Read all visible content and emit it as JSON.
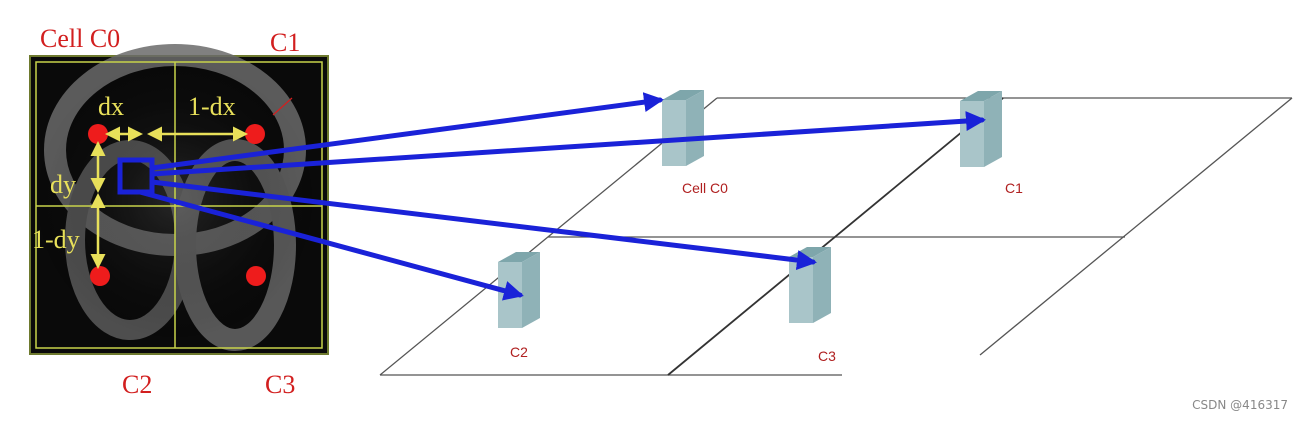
{
  "labels": {
    "cell_c0": "Cell C0",
    "c1": "C1",
    "c2": "C2",
    "c3": "C3",
    "dx": "dx",
    "one_minus_dx": "1-dx",
    "dy": "dy",
    "one_minus_dy": "1-dy"
  },
  "grid_labels": {
    "cell_c0": "Cell  C0",
    "c1": "C1",
    "c2": "C2",
    "c3": "C3"
  },
  "watermark": "CSDN @416317",
  "colors": {
    "arrow": "#1a22d8",
    "point": "#ee1c1c",
    "annotation": "#e8e05a",
    "grid_line": "#c8d34a",
    "label_red": "#d21f1f",
    "pillar_front": "#a9c5c9",
    "pillar_top": "#7ea6ab",
    "pillar_side": "#8fb2b7"
  }
}
